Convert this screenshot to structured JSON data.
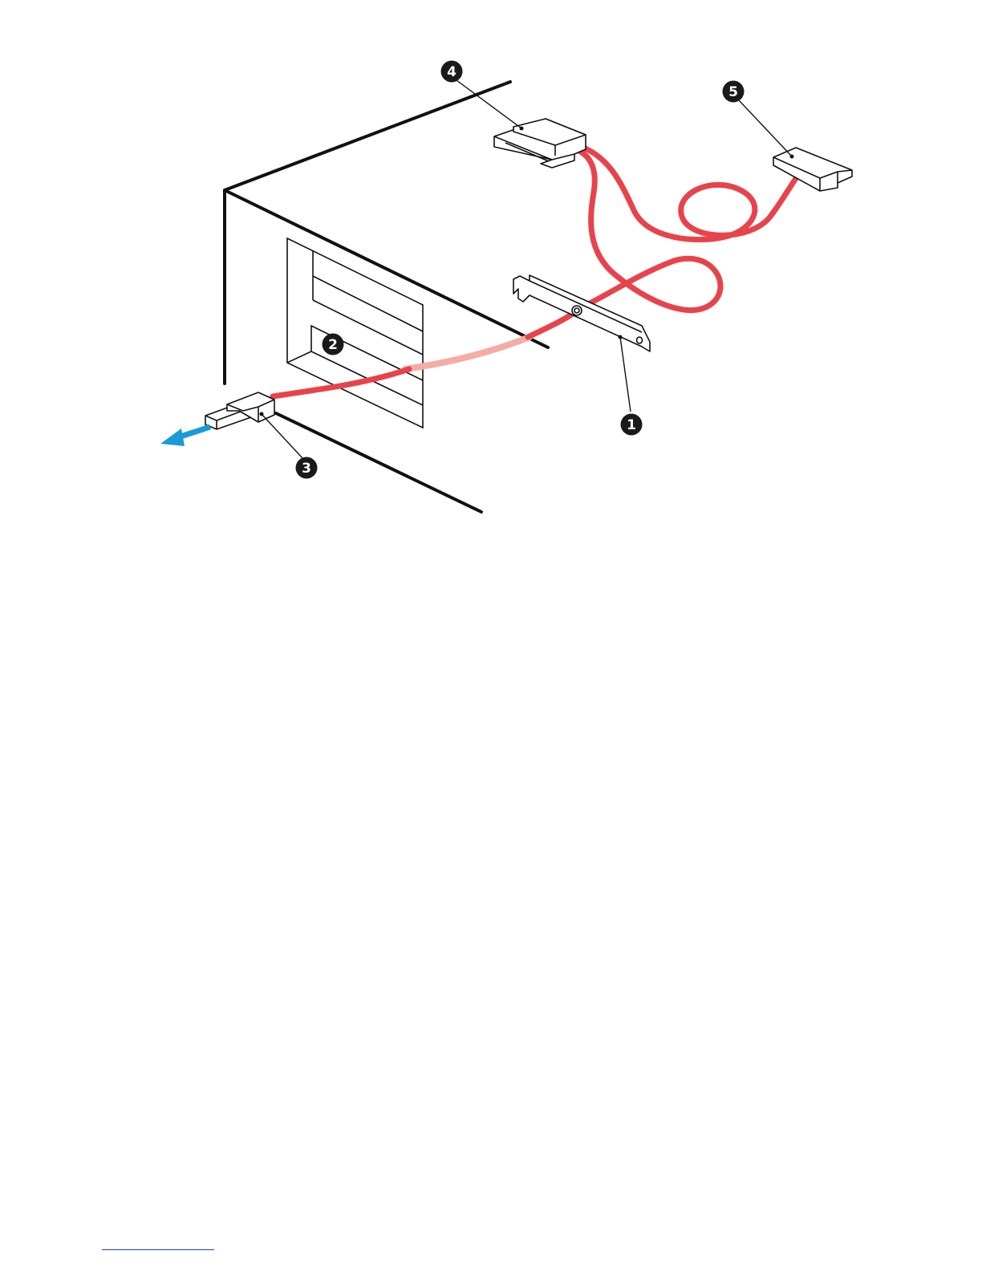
{
  "callouts": [
    {
      "id": "1",
      "label": "1"
    },
    {
      "id": "2",
      "label": "2"
    },
    {
      "id": "3",
      "label": "3"
    },
    {
      "id": "4",
      "label": "4"
    },
    {
      "id": "5",
      "label": "5"
    }
  ],
  "colors": {
    "cable": "#e8434b",
    "cable_hidden": "#f4aca4",
    "arrow": "#1b9ad6",
    "outline": "#111111",
    "callout_fill": "#1a1a1a"
  },
  "icons": {
    "arrow": "arrow-left-down-icon"
  }
}
